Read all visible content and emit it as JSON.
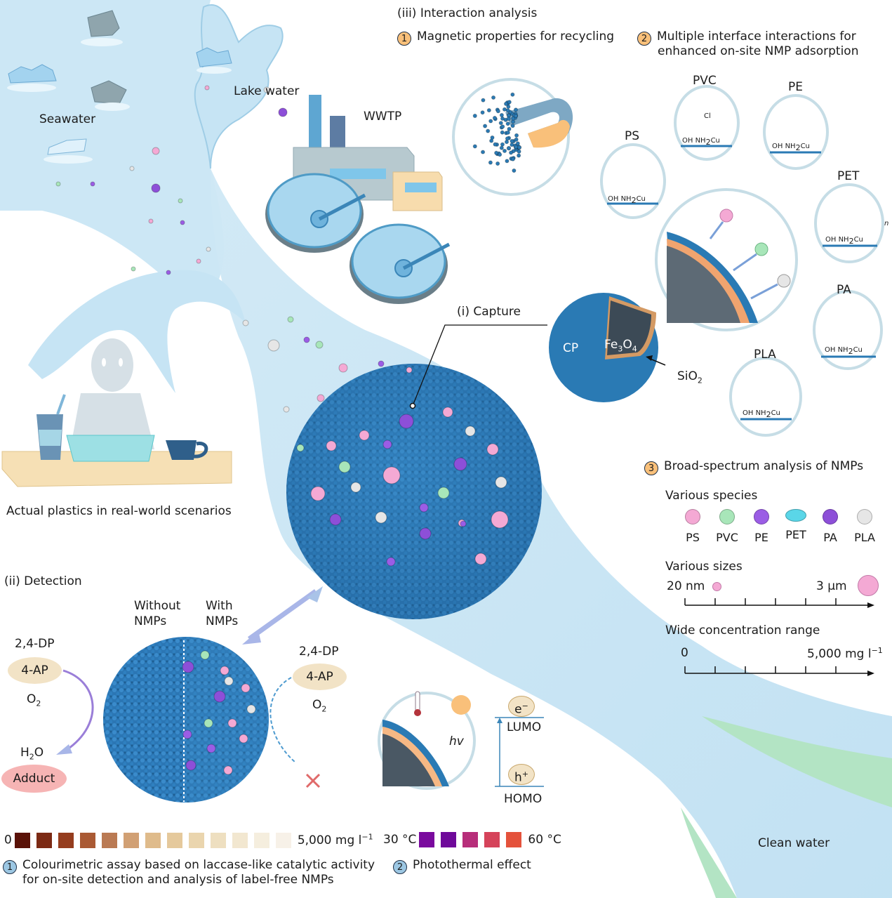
{
  "scenes": {
    "seawater": "Seawater",
    "lake_water": "Lake water",
    "wwtp": "WWTP",
    "real_world": "Actual plastics in real-world scenarios",
    "clean_water": "Clean water"
  },
  "capture": {
    "label": "(i) Capture",
    "core_shell": {
      "cp": "CP",
      "core": "Fe",
      "core_sub1": "3",
      "core_o": "O",
      "core_sub2": "4",
      "silica": "SiO",
      "silica_sub": "2"
    }
  },
  "interaction": {
    "title": "(iii) Interaction analysis",
    "point1": {
      "num": "1",
      "text": "Magnetic properties for recycling"
    },
    "point2": {
      "num": "2",
      "line1": "Multiple interface interactions for",
      "line2": "enhanced on-site NMP adsorption"
    },
    "polymers": [
      {
        "name": "PS"
      },
      {
        "name": "PVC"
      },
      {
        "name": "PE"
      },
      {
        "name": "PET"
      },
      {
        "name": "PA"
      },
      {
        "name": "PLA"
      }
    ],
    "surface_groups": {
      "oh": "OH",
      "nh": "NH",
      "nh_sub": "2",
      "cu": "Cu",
      "cl": "Cl",
      "n_sub": "n"
    },
    "point3": {
      "num": "3",
      "text": "Broad-spectrum analysis of NMPs"
    },
    "species_title": "Various species",
    "species": [
      {
        "label": "PS",
        "color": "#f4a9d4"
      },
      {
        "label": "PVC",
        "color": "#a8e6b9"
      },
      {
        "label": "PE",
        "color": "#9b5de5"
      },
      {
        "label": "PET",
        "color": "#5ad6e8"
      },
      {
        "label": "PA",
        "color": "#8d4fd8"
      },
      {
        "label": "PLA",
        "color": "#e6e6e6"
      }
    ],
    "sizes_title": "Various sizes",
    "size_min": "20 nm",
    "size_max": "3 µm",
    "conc_title": "Wide concentration range",
    "conc_min": "0",
    "conc_max": "5,000 mg l",
    "conc_max_sup": "−1"
  },
  "detection": {
    "title": "(ii) Detection",
    "without": {
      "line1": "Without",
      "line2": "NMPs"
    },
    "with": {
      "line1": "With",
      "line2": "NMPs"
    },
    "left": {
      "reagent": "2,4-DP",
      "pill": "4-AP",
      "oxygen": "O",
      "oxygen_sub": "2",
      "water": "H",
      "water_sub": "2",
      "water_o": "O",
      "product": "Adduct"
    },
    "right": {
      "reagent": "2,4-DP",
      "pill": "4-AP",
      "oxygen": "O",
      "oxygen_sub": "2"
    }
  },
  "photothermal": {
    "hv": "hv",
    "electron": "e",
    "electron_sup": "−",
    "hole": "h",
    "hole_sup": "+",
    "lumo": "LUMO",
    "homo": "HOMO"
  },
  "legend": {
    "conc_min": "0",
    "conc_max": "5,000 mg l",
    "conc_max_sup": "−1",
    "conc_colors": [
      "#5a1208",
      "#7c2a14",
      "#953d1e",
      "#aa5a34",
      "#ba7a53",
      "#d1a074",
      "#dfbb8b",
      "#e5c99c",
      "#ead5ae",
      "#eedfc0",
      "#f2e7d0",
      "#f5eede",
      "#f7f1e8"
    ],
    "temp_min": "30 °C",
    "temp_max": "60 °C",
    "temp_colors": [
      "#7a0a9e",
      "#6f0a9a",
      "#b72e7a",
      "#d5435a",
      "#e4523b"
    ],
    "note1": {
      "num": "1",
      "line1": "Colourimetric assay based on laccase-like catalytic activity",
      "line2": "for on-site detection and analysis of label-free NMPs"
    },
    "note2": {
      "num": "2",
      "text": "Photothermal effect"
    }
  }
}
